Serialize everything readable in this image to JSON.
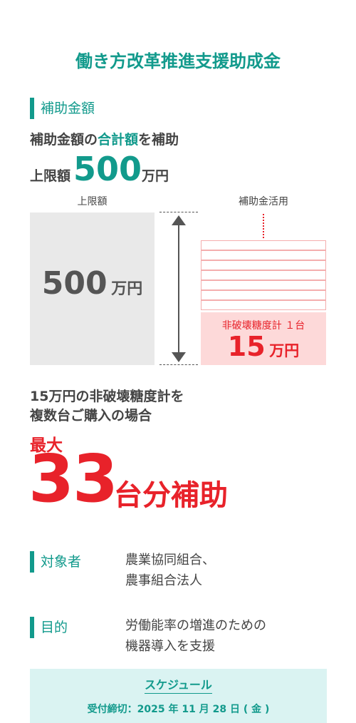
{
  "title": "働き方改革推進支援助成金",
  "section_amount": {
    "label": "補助金額",
    "desc_prefix": "補助金額の",
    "desc_highlight": "合計額",
    "desc_suffix": "を補助",
    "limit_prefix": "上限額",
    "limit_number": "500",
    "limit_unit": "万円"
  },
  "diagram": {
    "left_caption": "上限額",
    "right_caption": "補助金活用",
    "left_number": "500",
    "left_unit": "万円",
    "device_label": "非破壊糖度計 １台",
    "device_number": "15",
    "device_unit": "万円"
  },
  "purchase": {
    "line1": "15万円の非破壊糖度計を",
    "line2": "複数台ご購入の場合",
    "max_label": "最大",
    "count": "33",
    "count_suffix": "台分補助"
  },
  "target": {
    "label": "対象者",
    "line1": "農業協同組合、",
    "line2": "農事組合法人"
  },
  "purpose": {
    "label": "目的",
    "line1": "労働能率の増進のための",
    "line2": "機器導入を支援"
  },
  "schedule": {
    "heading": "スケジュール",
    "deadline": "受付締切：2025 年 11 月 28 日 ( 金 )"
  },
  "colors": {
    "teal": "#129a8c",
    "red": "#e8222a",
    "pink": "#fdd9d9",
    "gray_box": "#e9e9e9",
    "schedule_bg": "#daf3f2"
  }
}
